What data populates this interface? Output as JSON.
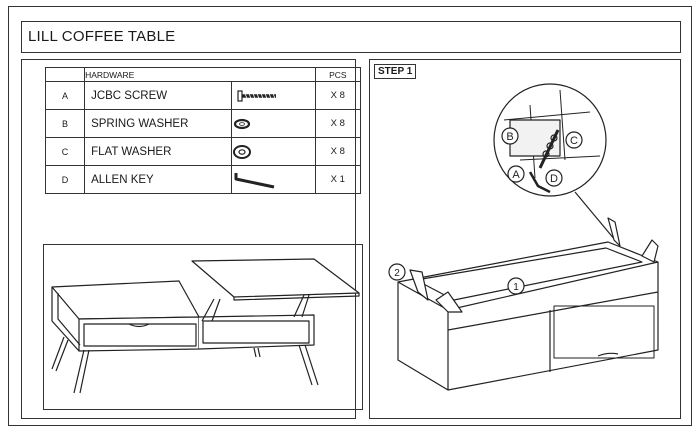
{
  "title": "LILL COFFEE TABLE",
  "hardware_table": {
    "col_hardware": "HARDWARE",
    "col_pcs": "PCS",
    "rows": [
      {
        "letter": "A",
        "name": "JCBC SCREW",
        "qty": "X 8",
        "icon": "screw-icon"
      },
      {
        "letter": "B",
        "name": "SPRING WASHER",
        "qty": "X 8",
        "icon": "spring-washer-icon"
      },
      {
        "letter": "C",
        "name": "FLAT WASHER",
        "qty": "X 8",
        "icon": "flat-washer-icon"
      },
      {
        "letter": "D",
        "name": "ALLEN KEY",
        "qty": "X 1",
        "icon": "allen-key-icon"
      }
    ]
  },
  "step": {
    "label": "STEP 1",
    "callouts": {
      "b": "B",
      "c": "C",
      "a": "A",
      "d": "D",
      "one": "1",
      "two": "2"
    }
  }
}
